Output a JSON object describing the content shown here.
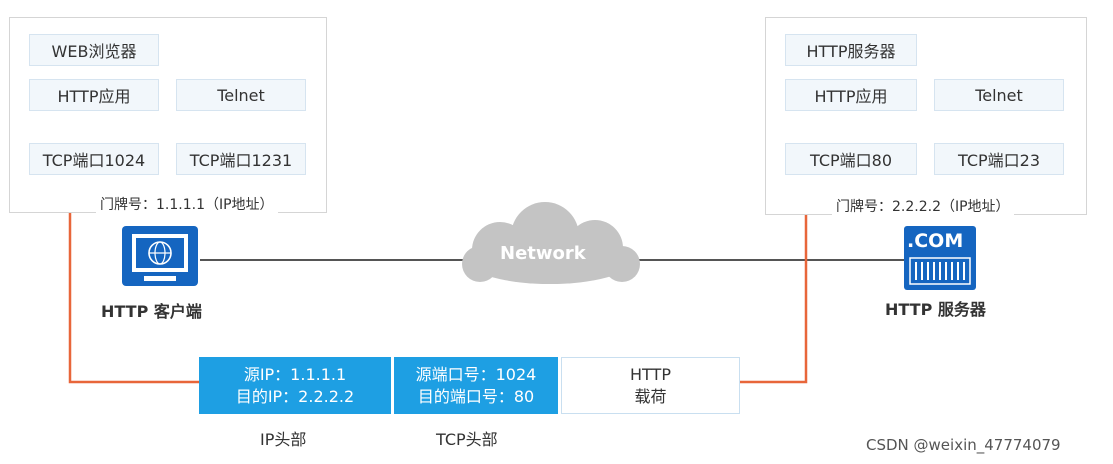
{
  "client": {
    "browser_title": "WEB浏览器",
    "app_http": "HTTP应用",
    "app_telnet": "Telnet",
    "port_http": "TCP端口1024",
    "port_telnet": "TCP端口1231",
    "address": "门牌号：1.1.1.1（IP地址）",
    "host_label": "HTTP 客户端"
  },
  "server": {
    "server_title": "HTTP服务器",
    "app_http": "HTTP应用",
    "app_telnet": "Telnet",
    "port_http": "TCP端口80",
    "port_telnet": "TCP端口23",
    "address": "门牌号：2.2.2.2（IP地址）",
    "host_label": "HTTP 服务器",
    "icon_text": ".COM"
  },
  "network": {
    "label": "Network"
  },
  "packet": {
    "ip_header": {
      "line1": "源IP：1.1.1.1",
      "line2": "目的IP：2.2.2.2",
      "caption": "IP头部"
    },
    "tcp_header": {
      "line1": "源端口号：1024",
      "line2": "目的端口号：80",
      "caption": "TCP头部"
    },
    "payload": {
      "line1": "HTTP",
      "line2": "载荷"
    }
  },
  "watermark": "CSDN @weixin_47774079",
  "colors": {
    "accent_blue": "#1e9fe3",
    "host_icon_blue": "#1565c0",
    "flow_orange": "#e8663a",
    "cloud_gray": "#c4c4c4"
  }
}
